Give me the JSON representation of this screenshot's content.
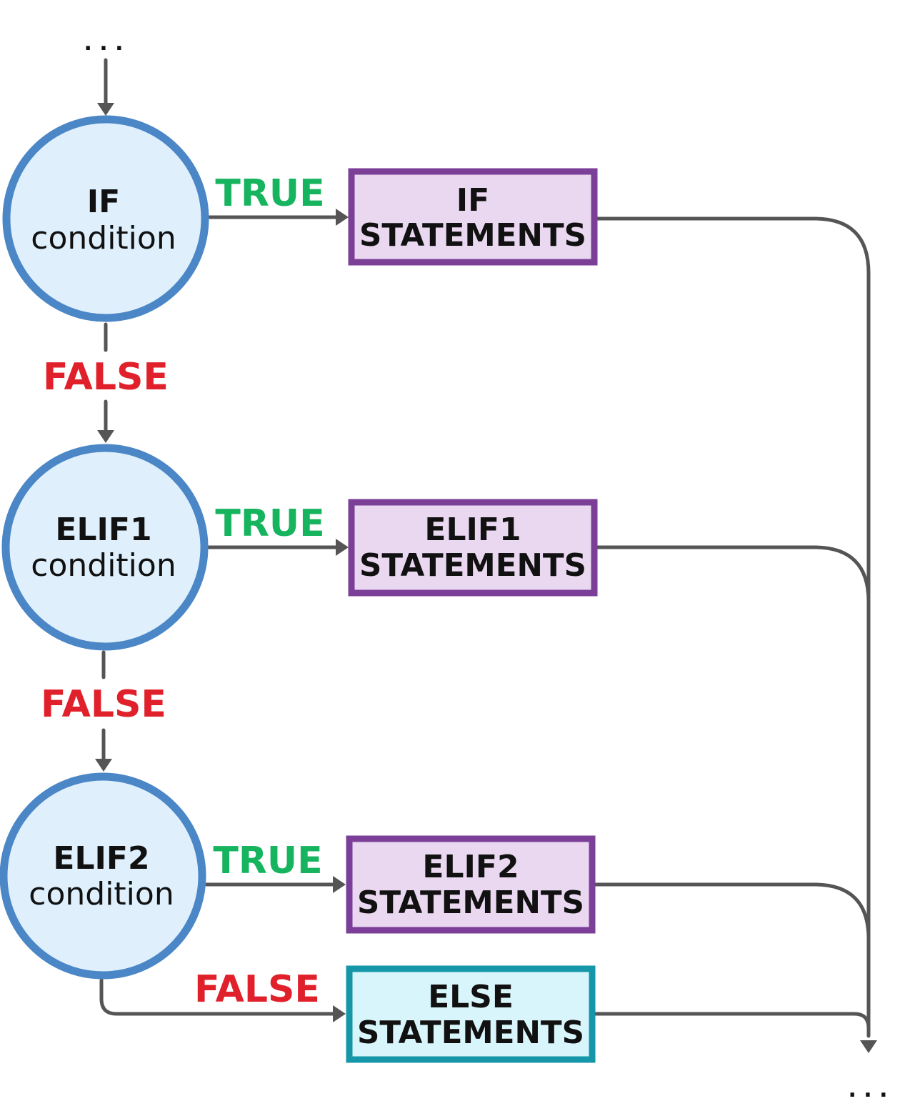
{
  "colors": {
    "connector": "#555555",
    "condition_fill": "#dff0fc",
    "condition_border": "#4b86c6",
    "statement_fill": "#ead8f1",
    "statement_border": "#7b3f98",
    "else_fill": "#d8f5fb",
    "else_border": "#1597a9",
    "true_label": "#16b45f",
    "false_label": "#e0202a"
  },
  "start_ellipsis": ". . .",
  "end_ellipsis": ". . .",
  "conditions": [
    {
      "keyword": "IF",
      "label": "condition"
    },
    {
      "keyword": "ELIF1",
      "label": "condition"
    },
    {
      "keyword": "ELIF2",
      "label": "condition"
    }
  ],
  "statements": [
    {
      "line1": "IF",
      "line2": "STATEMENTS"
    },
    {
      "line1": "ELIF1",
      "line2": "STATEMENTS"
    },
    {
      "line1": "ELIF2",
      "line2": "STATEMENTS"
    },
    {
      "line1": "ELSE",
      "line2": "STATEMENTS"
    }
  ],
  "branch_labels": {
    "true": [
      "TRUE",
      "TRUE",
      "TRUE"
    ],
    "false": [
      "FALSE",
      "FALSE",
      "FALSE"
    ]
  }
}
